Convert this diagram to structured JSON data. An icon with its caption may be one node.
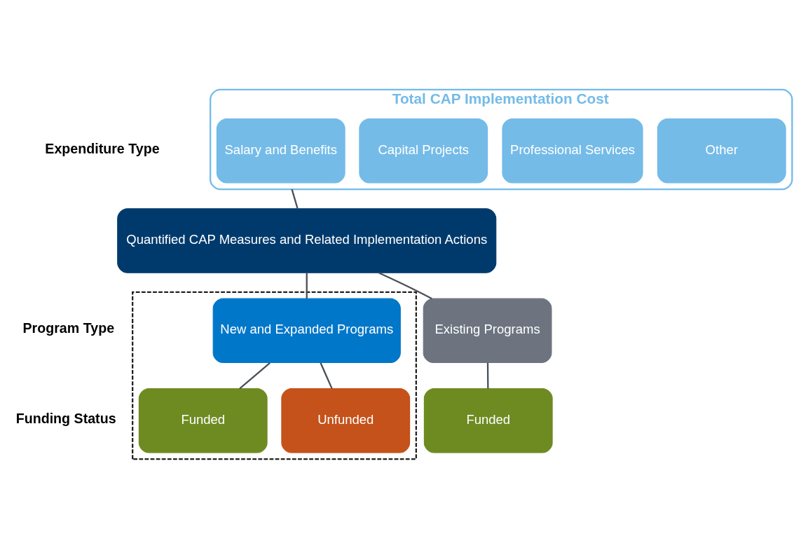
{
  "diagram": {
    "nodes": [
      {
        "text": [
          "Total CAP Implementation Cost"
        ]
      },
      {
        "text": [
          "Salary and Benefits"
        ],
        "in": 0
      },
      {
        "text": [
          "Capital Projects"
        ],
        "in": 0
      },
      {
        "text": [
          "Professional Services"
        ],
        "in": 0
      },
      {
        "text": [
          "Other"
        ],
        "in": 0
      },
      {
        "text": [
          "Quantified CAP Measures and Related Implementation Actions"
        ]
      },
      {
        "text": [
          "Existing Programs"
        ]
      },
      {
        "text": [],
        "shape": "box"
      },
      {
        "text": [
          "New and Expanded Programs"
        ],
        "in": 7
      },
      {
        "text": [
          "Funded"
        ]
      },
      {
        "text": [
          "Funded"
        ],
        "in": 7
      },
      {
        "text": [
          "Unfunded"
        ],
        "in": 7
      }
    ],
    "edges": [
      {
        "from": 0,
        "to": 5,
        "arrow": "none"
      },
      {
        "from": 5,
        "to": 6,
        "arrow": "none"
      },
      {
        "from": 5,
        "to": 8,
        "arrow": "none"
      },
      {
        "from": 6,
        "to": 9,
        "arrow": "none"
      },
      {
        "from": 8,
        "to": 10,
        "arrow": "none"
      },
      {
        "from": 8,
        "to": 11,
        "arrow": "none"
      }
    ],
    "labels": [
      "Expenditure Type",
      "Program Type",
      "Funding Status"
    ]
  }
}
